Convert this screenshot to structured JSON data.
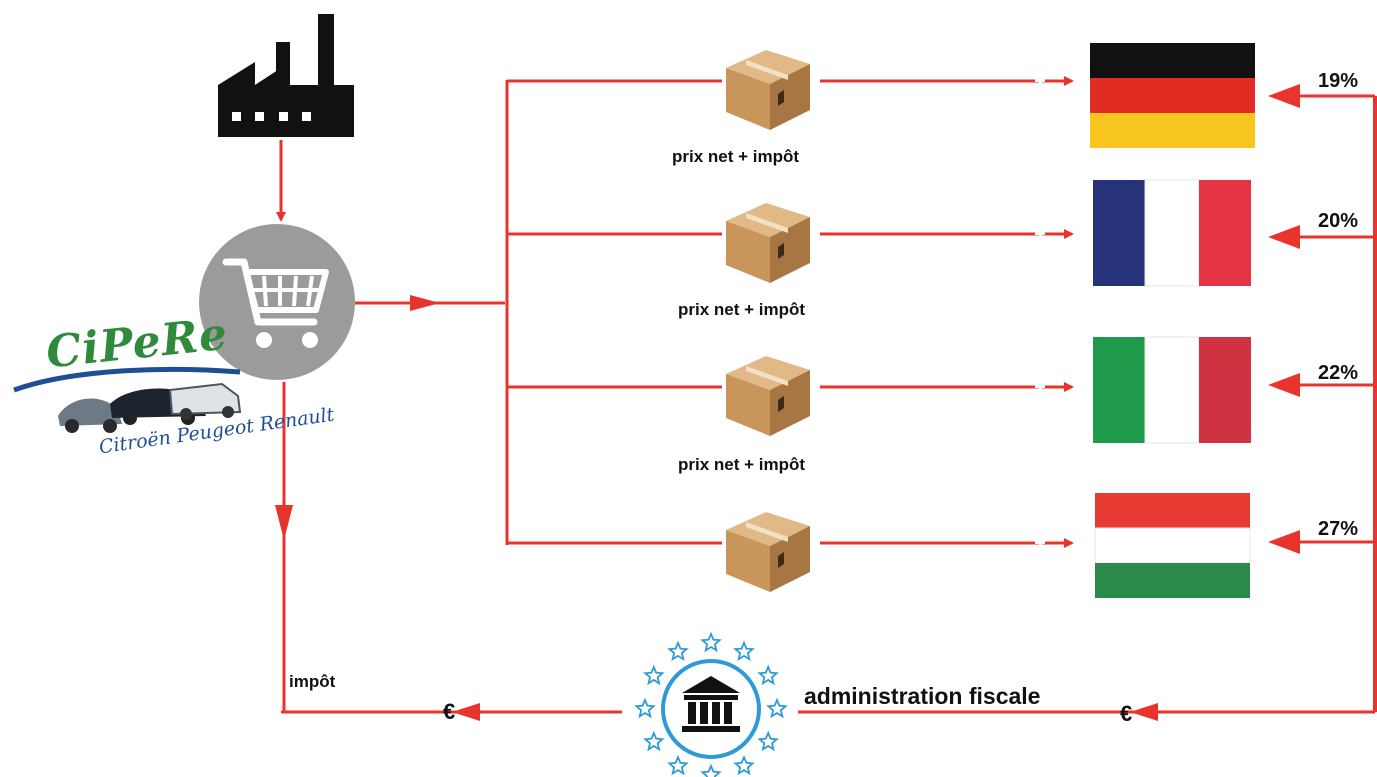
{
  "caption": {
    "box1": "prix net + impôt",
    "box2": "prix net + impôt",
    "box3": "prix net + impôt"
  },
  "rates": {
    "germany": "19%",
    "france": "20%",
    "italy": "22%",
    "hungary": "27%"
  },
  "tax_label": "impôt",
  "tax_authority_label": "administration fiscale",
  "currency_left": "€",
  "currency_right": "€",
  "logo": {
    "title": "CiPeRe",
    "subtitle": "Citroën Peugeot Renault"
  },
  "colors": {
    "arrow": "#e8342c",
    "cart_circle": "#9b9b9b",
    "box": "#c8965a",
    "authority_ring": "#2e9ad6"
  },
  "flags": [
    "germany",
    "france",
    "italy",
    "hungary"
  ]
}
